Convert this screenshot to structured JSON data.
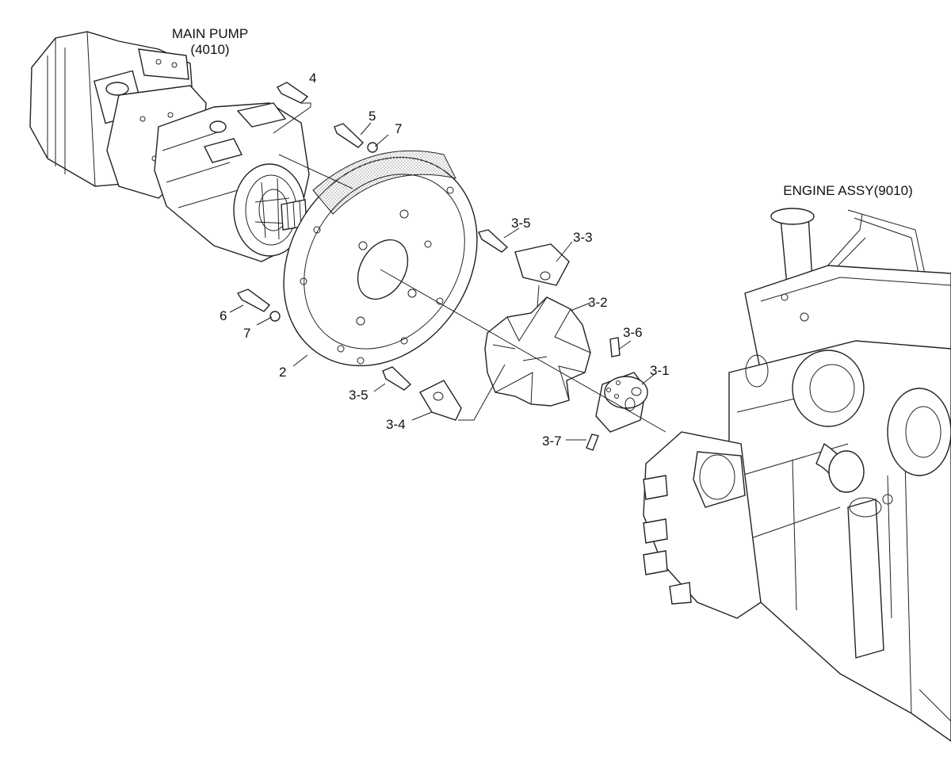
{
  "title_pump": {
    "name": "MAIN PUMP",
    "code": "(4010)"
  },
  "title_engine": "ENGINE ASSY(9010)",
  "callouts": {
    "c4": "4",
    "c5": "5",
    "c7a": "7",
    "c35a": "3-5",
    "c33": "3-3",
    "c32": "3-2",
    "c36": "3-6",
    "c31": "3-1",
    "c6": "6",
    "c7b": "7",
    "c2": "2",
    "c35b": "3-5",
    "c34": "3-4",
    "c37": "3-7"
  },
  "colors": {
    "line": "#222222",
    "background": "#ffffff",
    "hatch": "#9a9a9a"
  }
}
